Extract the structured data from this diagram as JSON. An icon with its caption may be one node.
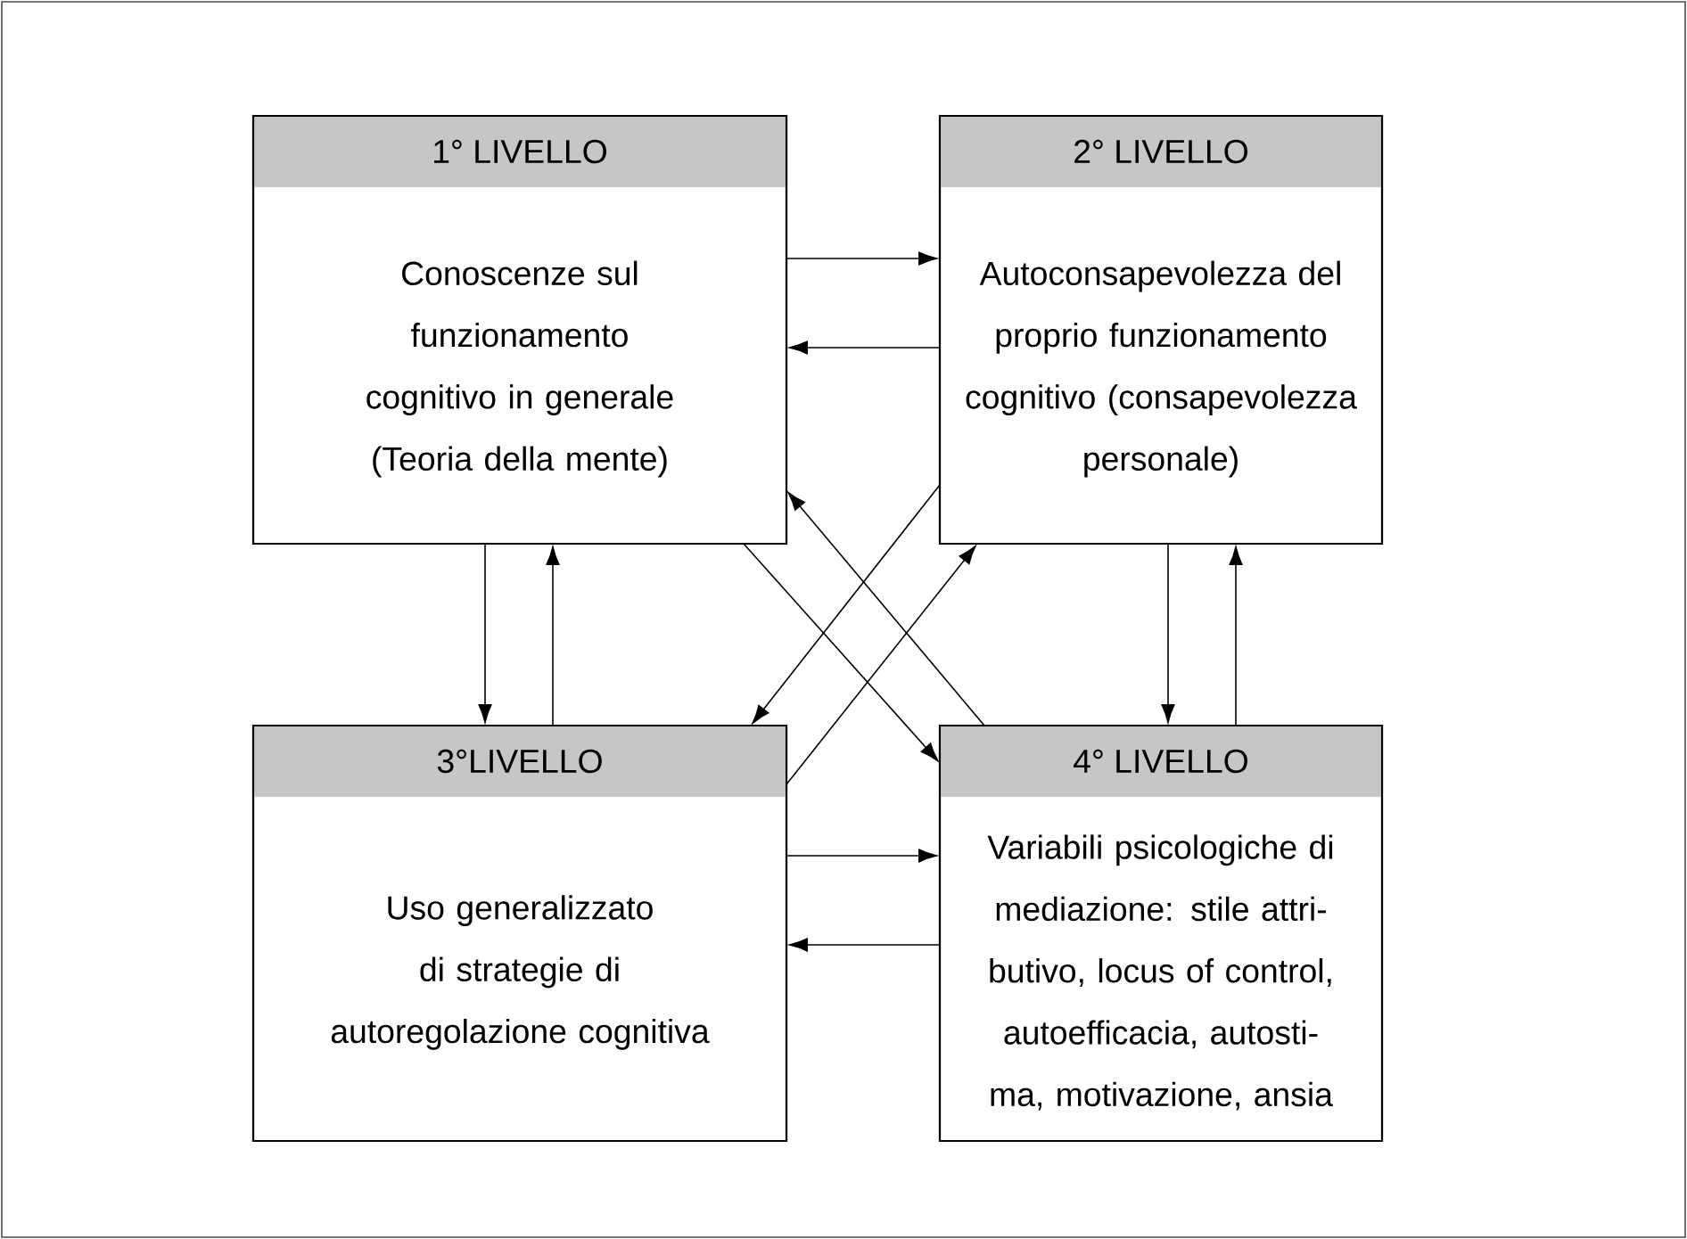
{
  "diagram": {
    "nodes": [
      {
        "text": [
          "1° LIVELLO",
          "Conoscenze sul funzionamento cognitivo in generale (Teoria della mente)"
        ]
      },
      {
        "text": [
          "2° LIVELLO",
          "Autoconsapevolezza del proprio funzionamento cognitivo (consapevolezza personale)"
        ]
      },
      {
        "text": [
          "3°LIVELLO",
          "Uso generalizzato di strategie di autoregolazione cognitiva"
        ]
      },
      {
        "text": [
          "4° LIVELLO",
          "Variabili psicologiche di mediazione: stile attri- butivo, locus of control, autoefficacia, autosti- ma, motivazione, ansia"
        ]
      }
    ],
    "edges": [
      {
        "from": 0,
        "to": 1,
        "arrow": "to"
      },
      {
        "from": 1,
        "to": 0,
        "arrow": "to"
      },
      {
        "from": 0,
        "to": 2,
        "arrow": "to"
      },
      {
        "from": 2,
        "to": 0,
        "arrow": "to"
      },
      {
        "from": 1,
        "to": 3,
        "arrow": "to"
      },
      {
        "from": 3,
        "to": 1,
        "arrow": "to"
      },
      {
        "from": 2,
        "to": 3,
        "arrow": "to"
      },
      {
        "from": 3,
        "to": 2,
        "arrow": "to"
      },
      {
        "from": 0,
        "to": 3,
        "arrow": "to"
      },
      {
        "from": 3,
        "to": 0,
        "arrow": "to"
      },
      {
        "from": 1,
        "to": 2,
        "arrow": "to"
      },
      {
        "from": 2,
        "to": 1,
        "arrow": "to"
      }
    ]
  }
}
